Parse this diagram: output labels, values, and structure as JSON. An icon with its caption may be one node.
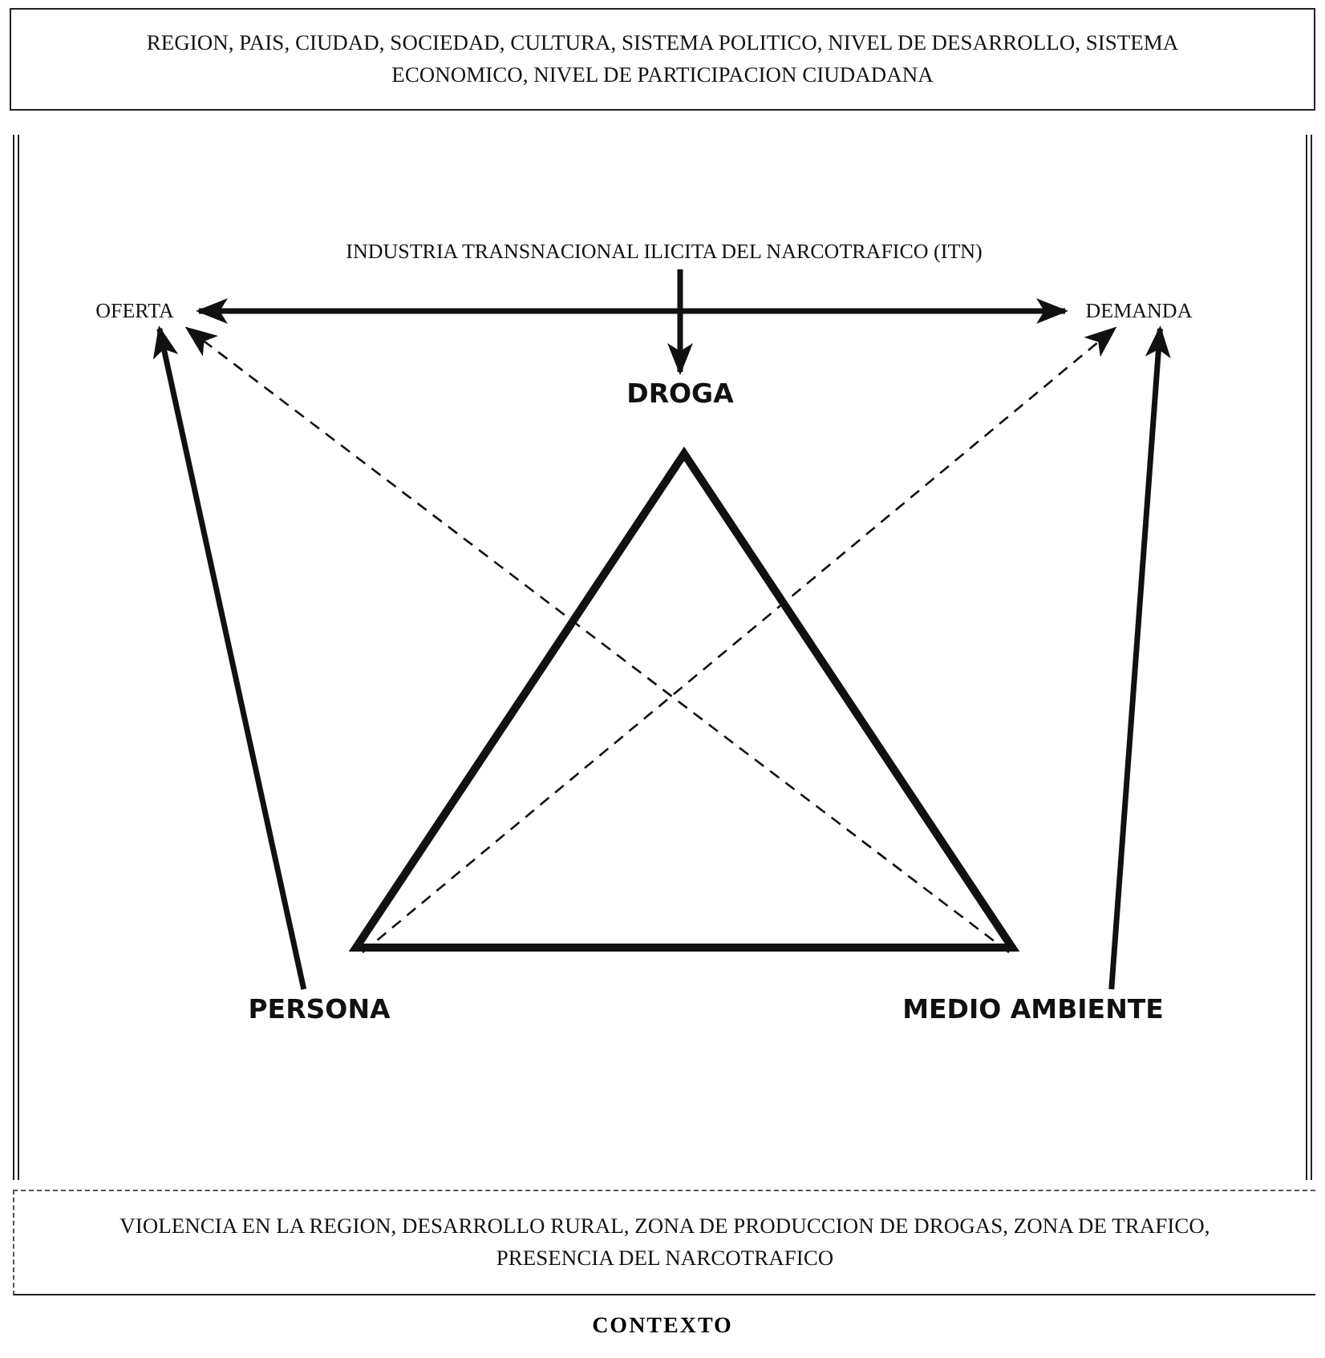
{
  "diagram": {
    "caption": "CONTEXTO",
    "nodes": [
      {
        "text": [
          "REGION, PAIS, CIUDAD, SOCIEDAD, CULTURA, SISTEMA POLITICO, NIVEL DE DESARROLLO, SISTEMA ECONOMICO, NIVEL DE PARTICIPACION CIUDADANA"
        ]
      },
      {
        "text": [],
        "shape": "box"
      },
      {
        "text": [
          "INDUSTRIA TRANSNACIONAL ILICITA DEL NARCOTRAFICO (ITN)"
        ],
        "in": 1
      },
      {
        "text": [
          "OFERTA"
        ],
        "in": 1
      },
      {
        "text": [
          "DEMANDA"
        ],
        "in": 1
      },
      {
        "text": [
          "DROGA"
        ],
        "in": 1
      },
      {
        "text": [],
        "shape": "triangle",
        "in": 1
      },
      {
        "text": [
          "PERSONA"
        ],
        "in": 1
      },
      {
        "text": [
          "MEDIO AMBIENTE"
        ],
        "in": 1
      },
      {
        "text": [
          "VIOLENCIA EN LA REGION, DESARROLLO RURAL, ZONA DE PRODUCCION DE DROGAS, ZONA DE TRAFICO, PRESENCIA DEL NARCOTRAFICO"
        ]
      }
    ],
    "edges": [
      {
        "from": 3,
        "to": 4,
        "arrow": "both"
      },
      {
        "from": 2,
        "to": 5,
        "arrow": "to"
      },
      {
        "from": 7,
        "to": 3,
        "arrow": "to"
      },
      {
        "from": 8,
        "to": 4,
        "arrow": "to"
      },
      {
        "from": 6,
        "to": 3,
        "arrow": "to",
        "style": "dashed"
      },
      {
        "from": 6,
        "to": 4,
        "arrow": "to",
        "style": "dashed"
      }
    ]
  }
}
